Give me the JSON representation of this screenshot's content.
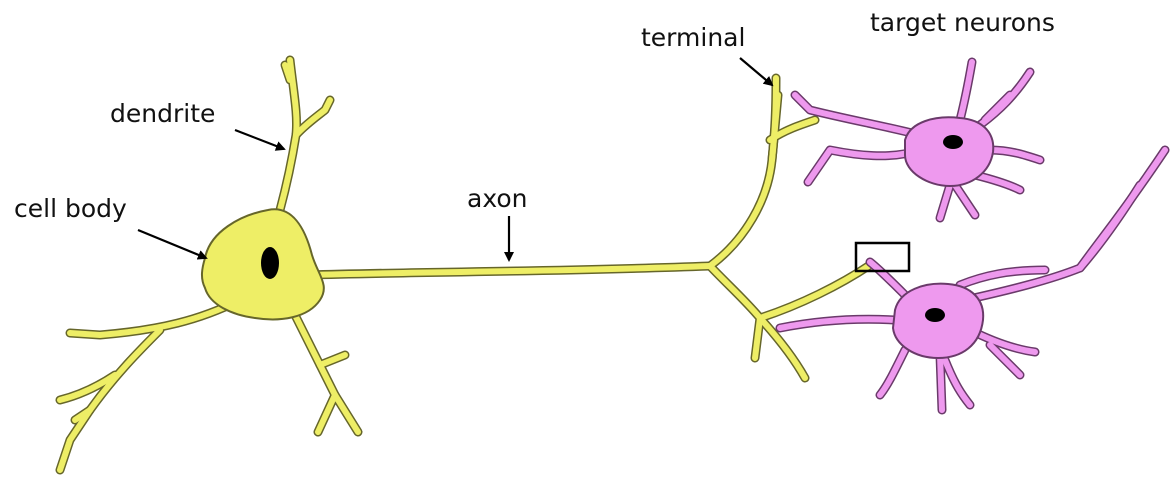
{
  "labels": {
    "dendrite": "dendrite",
    "cell_body": "cell body",
    "axon": "axon",
    "terminal": "terminal",
    "target_neurons": "target neurons"
  },
  "colors": {
    "source_neuron_fill": "#eeee66",
    "source_neuron_stroke": "#66662a",
    "target_neuron_fill": "#ee99ee",
    "target_neuron_stroke": "#6a3a6a",
    "nucleus": "#000000",
    "arrow": "#000000",
    "highlight_box": "#000000"
  }
}
